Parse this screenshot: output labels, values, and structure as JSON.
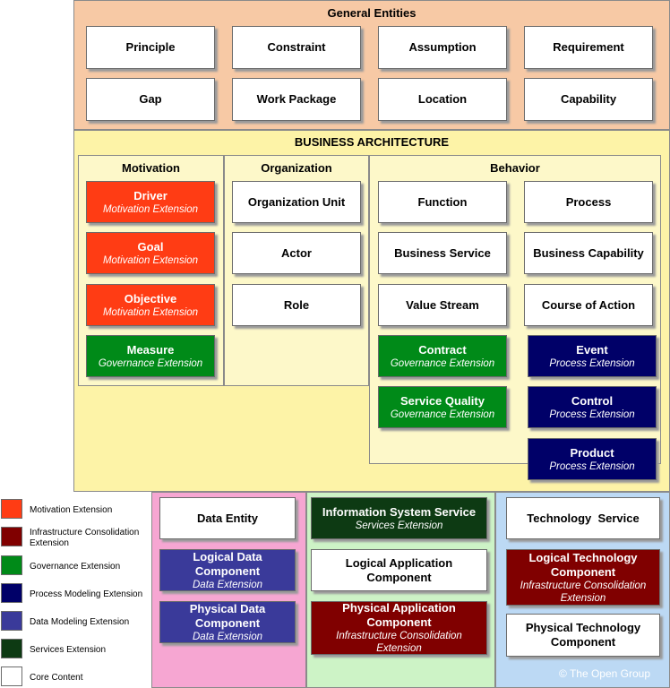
{
  "colors": {
    "general_bg": "#f7c9a5",
    "business_bg": "#fdf3a7",
    "sub_bg": "#fdf8c9",
    "data_bg": "#f6a6d2",
    "application_bg": "#cdf3c6",
    "technology_bg": "#bcd9f4",
    "motivation": "#ff3c14",
    "infrastructure": "#800000",
    "governance": "#008a18",
    "process": "#000068",
    "data": "#3a3a9a",
    "services": "#0d3a13",
    "core": "#ffffff"
  },
  "general": {
    "title": "General Entities",
    "items": [
      "Principle",
      "Constraint",
      "Assumption",
      "Requirement",
      "Gap",
      "Work Package",
      "Location",
      "Capability"
    ]
  },
  "business": {
    "title": "BUSINESS ARCHITECTURE",
    "motivation": {
      "title": "Motivation",
      "items": [
        {
          "name": "Driver",
          "ext": "Motivation Extension"
        },
        {
          "name": "Goal",
          "ext": "Motivation Extension"
        },
        {
          "name": "Objective",
          "ext": "Motivation Extension"
        },
        {
          "name": "Measure",
          "ext": "Governance Extension"
        }
      ]
    },
    "organization": {
      "title": "Organization",
      "items": [
        "Organization Unit",
        "Actor",
        "Role"
      ]
    },
    "behavior": {
      "title": "Behavior",
      "core_items": [
        "Function",
        "Process",
        "Business Service",
        "Business Capability",
        "Value Stream",
        "Course of Action"
      ],
      "contract": {
        "name": "Contract",
        "ext": "Governance Extension"
      },
      "service_quality": {
        "name": "Service Quality",
        "ext": "Governance Extension"
      },
      "event": {
        "name": "Event",
        "ext": "Process Extension"
      },
      "control": {
        "name": "Control",
        "ext": "Process Extension"
      },
      "product": {
        "name": "Product",
        "ext": "Process Extension"
      }
    }
  },
  "data_arch": {
    "data_entity": "Data Entity",
    "logical": {
      "name": "Logical Data Component",
      "ext": "Data Extension"
    },
    "physical": {
      "name": "Physical Data Component",
      "ext": "Data Extension"
    }
  },
  "application_arch": {
    "is_service": {
      "name": "Information System Service",
      "ext": "Services Extension"
    },
    "logical": "Logical Application Component",
    "physical": {
      "name": "Physical Application Component",
      "ext": "Infrastructure Consolidation Extension"
    }
  },
  "technology_arch": {
    "tech_service": "Technology  Service",
    "logical": {
      "name": "Logical Technology Component",
      "ext": "Infrastructure Consolidation Extension"
    },
    "physical": "Physical Technology Component"
  },
  "legend": [
    {
      "label": "Motivation Extension",
      "color": "#ff3c14"
    },
    {
      "label": "Infrastructure Consolidation Extension",
      "color": "#800000"
    },
    {
      "label": "Governance Extension",
      "color": "#008a18"
    },
    {
      "label": "Process Modeling Extension",
      "color": "#000068"
    },
    {
      "label": "Data Modeling Extension",
      "color": "#3a3a9a"
    },
    {
      "label": "Services Extension",
      "color": "#0d3a13"
    },
    {
      "label": "Core Content",
      "color": "#ffffff"
    }
  ],
  "copyright": "© The Open Group"
}
